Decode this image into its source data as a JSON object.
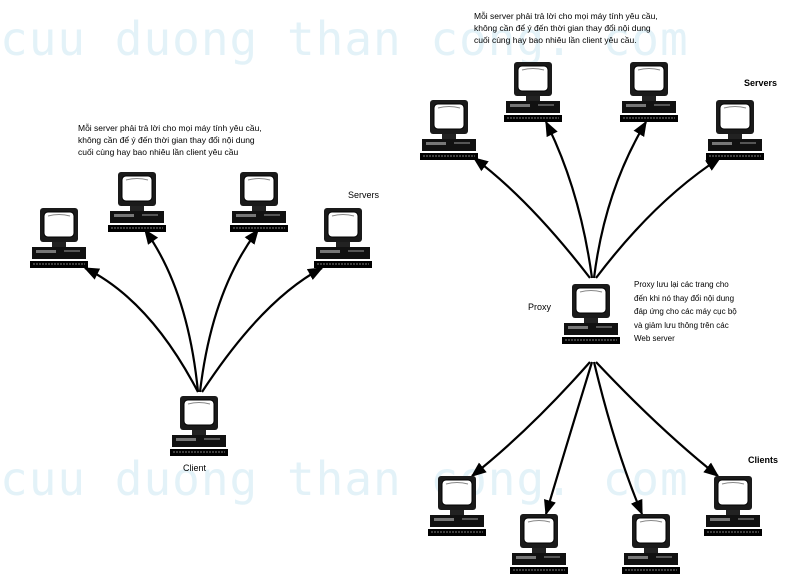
{
  "watermark": {
    "top": "cuu duong than cong. com",
    "bottom": "cuu duong than cong. com"
  },
  "left_diagram": {
    "note": "Mỗi server phải trả lời cho mọi máy tính yêu cầu,\nkhông cần để ý đến thời gian thay đổi nội dung\ncuối cùng hay bao nhiêu lần client yêu cầu",
    "servers_label": "Servers",
    "client_label": "Client"
  },
  "right_diagram": {
    "note": "Mỗi server phải trả lời cho mọi máy tính yêu cầu,\nkhông cần để ý đến thời gian thay đổi nội dung\ncuối cùng hay bao nhiêu lần client yêu cầu.",
    "servers_label": "Servers",
    "proxy_label": "Proxy",
    "proxy_note": "Proxy lưu lại các trang cho\nđến khi nó thay đổi nội dung\nđáp ứng cho các máy cục bộ\nvà giảm lưu thông trên các\nWeb server",
    "clients_label": "Clients"
  },
  "icons": {
    "computer": "computer-icon"
  }
}
